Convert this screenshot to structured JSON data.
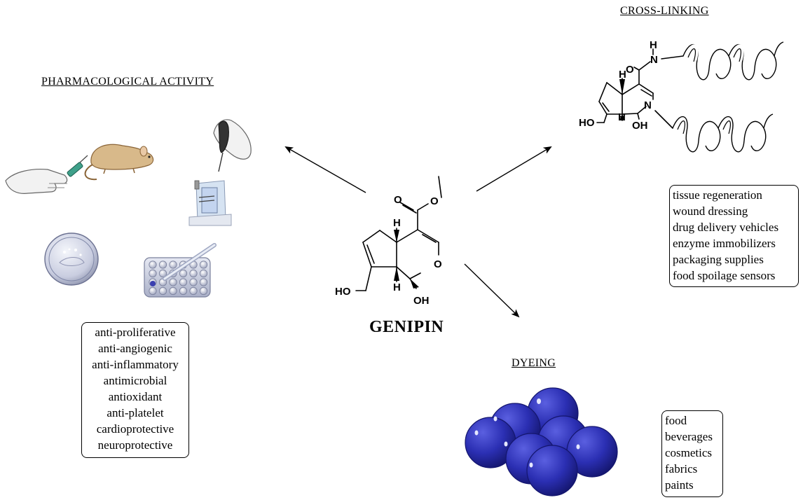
{
  "center": {
    "compound_name": "GENIPIN",
    "atoms": {
      "o_carbonyl": "O",
      "o_ester": "O",
      "o_ring": "O",
      "h_top": "H",
      "h_bottom": "H",
      "hydroxymethyl": "HO",
      "hydroxyl": "OH"
    }
  },
  "pharmacological": {
    "heading": "PHARMACOLOGICAL ACTIVITY",
    "activities": [
      "anti-proliferative",
      "anti-angiogenic",
      "anti-inflammatory",
      "antimicrobial",
      "antioxidant",
      "anti-platelet",
      "cardioprotective",
      "neuroprotective"
    ],
    "illustrations": [
      "gloved-hand-syringe",
      "rat",
      "gloved-hand-electrophoresis",
      "petri-dish",
      "well-plate"
    ]
  },
  "crosslinking": {
    "heading": "CROSS-LINKING",
    "atoms": {
      "amide_h": "H",
      "amide_n": "N",
      "amide_o": "O",
      "ring_n": "N",
      "h_top": "H",
      "h_bottom": "H",
      "hydroxymethyl": "HO",
      "hydroxyl": "OH"
    },
    "applications": [
      "tissue regeneration",
      "wound dressing",
      "drug delivery vehicles",
      "enzyme immobilizers",
      "packaging supplies",
      "food spoilage sensors"
    ]
  },
  "dyeing": {
    "heading": "DYEING",
    "dye_color": "#2b2fb3",
    "uses": [
      "food",
      "beverages",
      "cosmetics",
      "fabrics",
      "paints"
    ]
  }
}
